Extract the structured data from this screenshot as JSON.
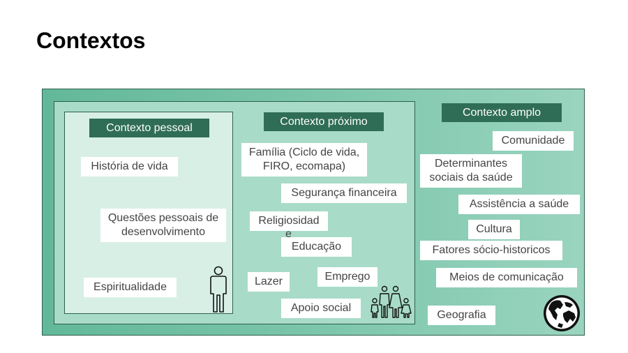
{
  "title": "Contextos",
  "headers": {
    "pessoal": "Contexto pessoal",
    "proximo": "Contexto próximo",
    "amplo": "Contexto amplo"
  },
  "pessoal_items": [
    "História de vida",
    "Questões pessoais de\ndesenvolvimento",
    "Espiritualidade"
  ],
  "proximo_items": [
    "Família (Ciclo de vida,\nFIRO, ecomapa)",
    "Segurança financeira",
    "Religiosidad",
    "e",
    "Educação",
    "Lazer",
    "Emprego",
    "Apoio social"
  ],
  "amplo_items": [
    "Comunidade",
    "Determinantes\nsociais da saúde",
    "Assistência a saúde",
    "Cultura",
    "Fatores sócio-historicos",
    "Meios de comunicação",
    "Geografia"
  ],
  "icons": {
    "person": "person-icon",
    "family": "family-icon",
    "globe": "globe-icon"
  },
  "colors": {
    "header": "#2f6d56",
    "outer": "#6fbfa3",
    "middle": "#a8dcc8",
    "inner": "#d8efe6"
  }
}
